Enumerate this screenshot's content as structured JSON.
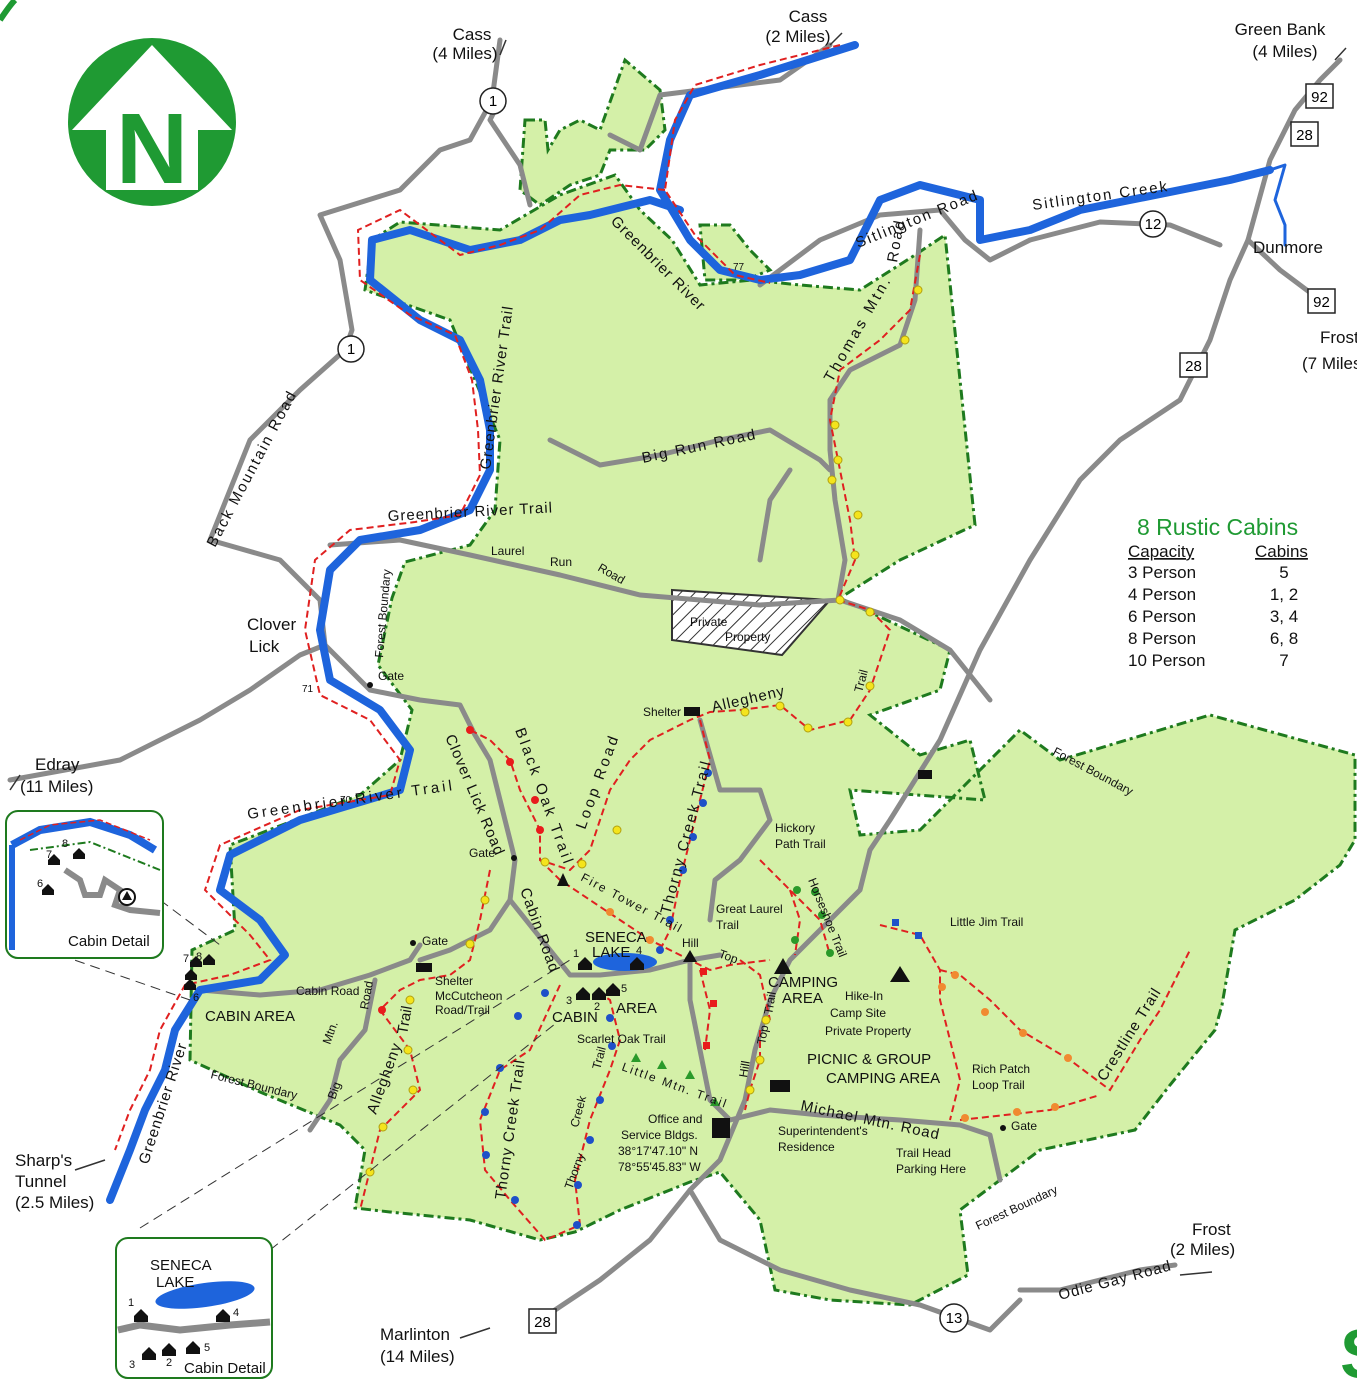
{
  "colors": {
    "forest": "#d4f0a8",
    "boundary": "#1e7a1e",
    "river": "#1e64dc",
    "river_trail": "#e02020",
    "road": "#8a8a8a",
    "trail_red": "#e02020",
    "trail_orange": "#e86a1c",
    "dot_yellow": "#f4e41c",
    "dot_red": "#e81c1c",
    "dot_blue": "#1e50c8",
    "dot_green": "#2a9a2a",
    "dot_orange": "#f08a30",
    "north_green": "#1f9a33"
  },
  "north": {
    "letter": "N"
  },
  "legend": {
    "title": "8 Rustic Cabins",
    "col_capacity": "Capacity",
    "col_cabins": "Cabins",
    "rows": [
      {
        "capacity": "3 Person",
        "cabins": "5"
      },
      {
        "capacity": "4 Person",
        "cabins": "1, 2"
      },
      {
        "capacity": "6 Person",
        "cabins": "3, 4"
      },
      {
        "capacity": "8 Person",
        "cabins": "6, 8"
      },
      {
        "capacity": "10 Person",
        "cabins": "7"
      }
    ]
  },
  "destinations": {
    "cass4": [
      "Cass",
      "(4 Miles)"
    ],
    "cass2": [
      "Cass",
      "(2 Miles)"
    ],
    "greenbank": [
      "Green Bank",
      "(4 Miles)"
    ],
    "frost7": [
      "Frost",
      "(7 Miles"
    ],
    "edray": [
      "Edray",
      "(11 Miles)"
    ],
    "sharps": [
      "Sharp's",
      "Tunnel",
      "(2.5 Miles)"
    ],
    "marlinton": [
      "Marlinton",
      "(14 Miles)"
    ],
    "frost2": [
      "Frost",
      "(2 Miles)"
    ],
    "dunmore": "Dunmore",
    "cloverlick": [
      "Clover",
      "Lick"
    ]
  },
  "shields": {
    "r1_top": "1",
    "r1_mid": "1",
    "r92_top": "92",
    "r28_top": "28",
    "r12": "12",
    "r92_right": "92",
    "r28_mid": "28",
    "r28_bottom": "28",
    "r13": "13"
  },
  "roads": {
    "sitlington_road": "Sitlington Road",
    "sitlington_creek": "Sitlington Creek",
    "greenbrier_river_top": "Greenbrier River",
    "thomas_mtn_road": [
      "Road",
      "Thomas Mtn."
    ],
    "big_run_road": "Big Run Road",
    "back_mountain_road": "Back Mountain Road",
    "greenbrier_river_trail_a": "Greenbrier River Trail",
    "greenbrier_river_trail_b": "Greenbrier River Trail",
    "greenbrier_river_trail_c": "Greenbrier River Trail",
    "laurel_run_road": [
      "Laurel",
      "Run",
      "Road"
    ],
    "private_property": [
      "Private",
      "Property"
    ],
    "forest_boundary_a": "Forest Boundary",
    "forest_boundary_b": "Forest Boundary",
    "forest_boundary_c": "Forest Boundary",
    "forest_boundary_d": "Forest Boundary",
    "allegheny_trail_top": [
      "Allegheny",
      "Trail"
    ],
    "black_oak_trail": "Black Oak Trail",
    "loop_road": "Loop Road",
    "clover_lick_road": "Clover Lick Road",
    "thorny_creek_trail_top": "Thorny Creek Trail",
    "fire_tower_trail": "Fire Tower Trail",
    "hickory_path_trail": [
      "Hickory",
      "Path Trail"
    ],
    "great_laurel_trail": [
      "Great Laurel",
      "Trail"
    ],
    "horseshoe_trail": "Horseshoe Trail",
    "little_jim_trail": "Little Jim Trail",
    "cabin_road_a": "Cabin Road",
    "cabin_road_b": "Cabin Road",
    "hill_top_trail_a": [
      "Hill",
      "Top"
    ],
    "hill_top_trail_b": [
      "Hill",
      "Top",
      "Trail"
    ],
    "big_mtn_road": [
      "Big",
      "Mtn.",
      "Road"
    ],
    "allegheny_trail_bottom": [
      "Allegheny",
      "Trail"
    ],
    "thorny_creek_trail_bottom": "Thorny Creek Trail",
    "thorny_creek_trail_mid": [
      "Thorny",
      "Creek",
      "Trail"
    ],
    "little_mtn_trail": "Little Mtn. Trail",
    "scarlet_oak_trail": "Scarlet Oak Trail",
    "michael_mtn_road": "Michael Mtn. Road",
    "rich_patch_loop_trail": [
      "Rich Patch",
      "Loop Trail"
    ],
    "crestline_trail": "Crestline Trail",
    "odie_gay_road": "Odie Gay Road",
    "greenbrier_river_bottom": "Greenbrier River"
  },
  "places": {
    "gate_a": "Gate",
    "gate_b": "Gate",
    "gate_c": "Gate",
    "gate_d": "Gate",
    "shelter_top": "Shelter",
    "shelter_mccutcheon": [
      "Shelter",
      "McCutcheon",
      "Road/Trail"
    ],
    "seneca_lake": [
      "SENECA",
      "LAKE"
    ],
    "cabin_area_main": [
      "CABIN",
      "AREA"
    ],
    "cabin_area_left": "CABIN AREA",
    "camping_area": [
      "CAMPING",
      "AREA"
    ],
    "hike_in": [
      "Hike-In",
      "Camp Site"
    ],
    "private_property_2": "Private Property",
    "picnic": [
      "PICNIC & GROUP",
      "CAMPING AREA"
    ],
    "office": [
      "Office and",
      "Service Bldgs.",
      "38°17'47.10\" N",
      "78°55'45.83\" W"
    ],
    "superintendent": [
      "Superintendent's",
      "Residence"
    ],
    "trailhead": [
      "Trail Head",
      "Parking Here"
    ],
    "mile_77": "77",
    "mile_71": "71",
    "mile_70": "70"
  },
  "cabin_numbers": {
    "n1": "1",
    "n2": "2",
    "n3": "3",
    "n4": "4",
    "n5": "5",
    "n6": "6",
    "n7": "7",
    "n8": "8"
  },
  "inset_cabin": {
    "caption": "Cabin Detail",
    "n6": "6",
    "n7": "7",
    "n8": "8"
  },
  "inset_lake": {
    "lake": [
      "SENECA",
      "LAKE"
    ],
    "caption": "Cabin Detail",
    "n1": "1",
    "n2": "2",
    "n3": "3",
    "n4": "4",
    "n5": "5"
  }
}
